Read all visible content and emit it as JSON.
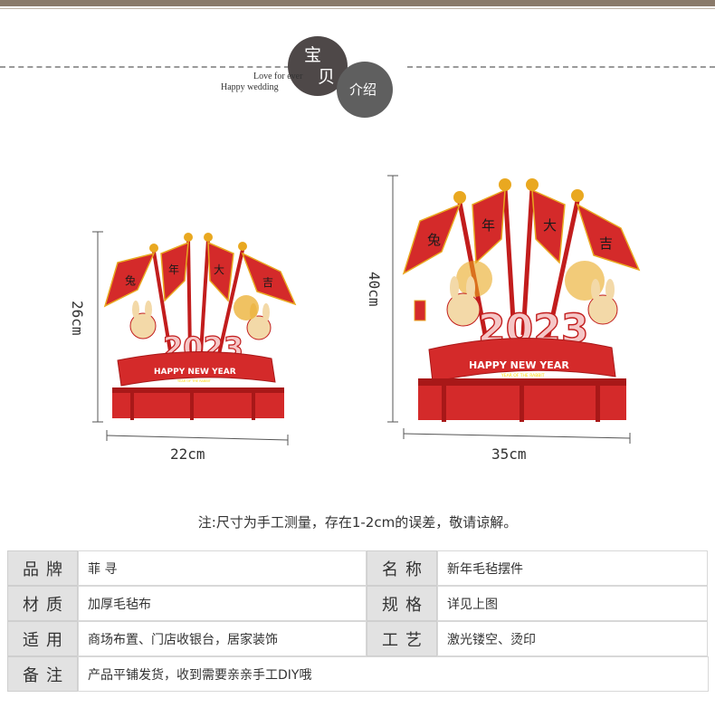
{
  "header": {
    "badge_char1": "宝",
    "badge_char2": "贝",
    "badge_sub": "介绍",
    "tagline1": "Love for ever",
    "tagline2": "Happy wedding"
  },
  "products": [
    {
      "height_label": "26cm",
      "width_label": "22cm",
      "flags": [
        "兔",
        "年",
        "大",
        "吉"
      ],
      "number": "2023",
      "banner": "HAPPY NEW YEAR",
      "banner_sub": "YEAR OF THE RABBIT"
    },
    {
      "height_label": "40cm",
      "width_label": "35cm",
      "flags": [
        "兔",
        "年",
        "大",
        "吉"
      ],
      "number": "2023",
      "banner": "HAPPY NEW YEAR",
      "banner_sub": "YEAR OF THE RABBIT"
    }
  ],
  "note": "注:尺寸为手工测量，存在1-2cm的误差，敬请谅解。",
  "specs": [
    {
      "label": "品牌",
      "value": "菲 寻",
      "label2": "名称",
      "value2": "新年毛毡摆件"
    },
    {
      "label": "材质",
      "value": "加厚毛毡布",
      "label2": "规格",
      "value2": "详见上图"
    },
    {
      "label": "适用",
      "value": "商场布置、门店收银台，居家装饰",
      "label2": "工艺",
      "value2": "激光镂空、烫印"
    },
    {
      "label": "备注",
      "value": "产品平铺发货，收到需要亲亲手工DIY哦"
    }
  ],
  "colors": {
    "red": "#d42a2a",
    "dark_red": "#a81818",
    "gold": "#e9a820",
    "table_key_bg": "#e2e2e2"
  }
}
